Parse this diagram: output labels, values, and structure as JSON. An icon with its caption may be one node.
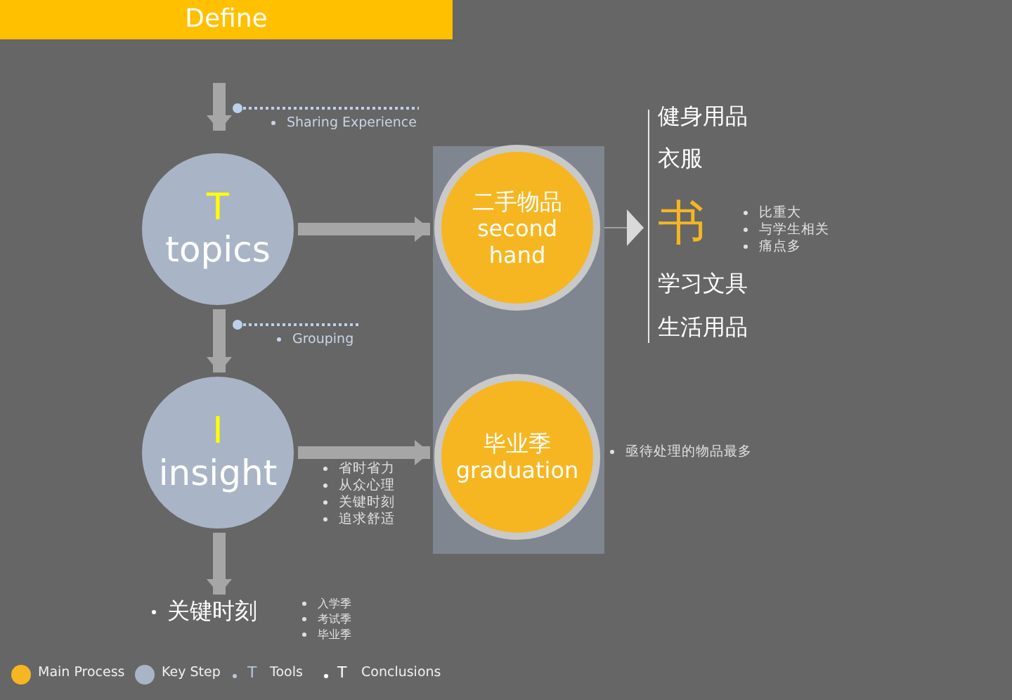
{
  "diagram": {
    "title": "Define",
    "nodes": [
      {
        "text": [
          "T",
          "topics"
        ]
      },
      {
        "text": [
          "I",
          "insight"
        ]
      },
      {
        "text": [
          "关键时刻"
        ],
        "beside": [
          "入学季",
          "考试季",
          "毕业季"
        ]
      },
      {
        "text": [
          "二手物品",
          "second hand"
        ]
      },
      {
        "text": [
          "毕业季",
          "graduation"
        ],
        "beside": [
          "亟待处理的物品最多"
        ]
      },
      {
        "text": [
          "健身用品",
          "衣服",
          "书",
          "学习文具",
          "生活用品"
        ],
        "beside": [
          "比重大",
          "与学生相关",
          "痛点多"
        ]
      }
    ],
    "edges": [
      {
        "from": null,
        "to": 0,
        "arrow": "to"
      },
      {
        "from": 0,
        "to": 1,
        "arrow": "to"
      },
      {
        "from": 1,
        "to": 2,
        "arrow": "to"
      },
      {
        "from": 0,
        "to": 3,
        "arrow": "to"
      },
      {
        "from": 1,
        "to": 4,
        "arrow": "to"
      },
      {
        "from": 3,
        "to": 5,
        "arrow": "to",
        "color": "#d9d9d9"
      }
    ],
    "labels": [
      "Sharing Experience",
      "Grouping",
      "省时省力",
      "从众心理",
      "关键时刻",
      "追求舒适",
      "T",
      "T"
    ],
    "legend": [
      {
        "text": "Main Process",
        "color": "#f6b622"
      },
      {
        "text": "Key Step",
        "color": "#aab4c7"
      },
      {
        "text": "Tools"
      },
      {
        "text": "Conclusions"
      }
    ]
  }
}
